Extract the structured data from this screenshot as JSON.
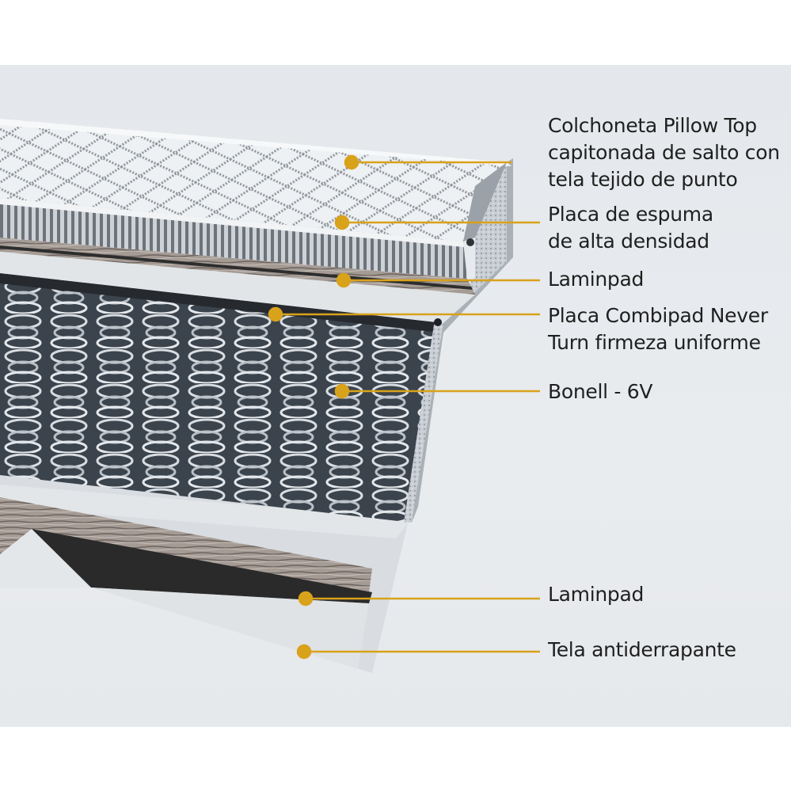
{
  "accent_color": "#d9a21b",
  "callouts": [
    {
      "lines": [
        "Colchoneta Pillow Top",
        "capitonada de salto con",
        "tela tejido de punto"
      ]
    },
    {
      "lines": [
        "Placa de espuma",
        "de alta densidad"
      ]
    },
    {
      "lines": [
        "Laminpad"
      ]
    },
    {
      "lines": [
        "Placa Combipad Never",
        "Turn firmeza uniforme"
      ]
    },
    {
      "lines": [
        "Bonell - 6V"
      ]
    },
    {
      "lines": [
        "Laminpad"
      ]
    },
    {
      "lines": [
        "Tela antiderrapante"
      ]
    }
  ]
}
